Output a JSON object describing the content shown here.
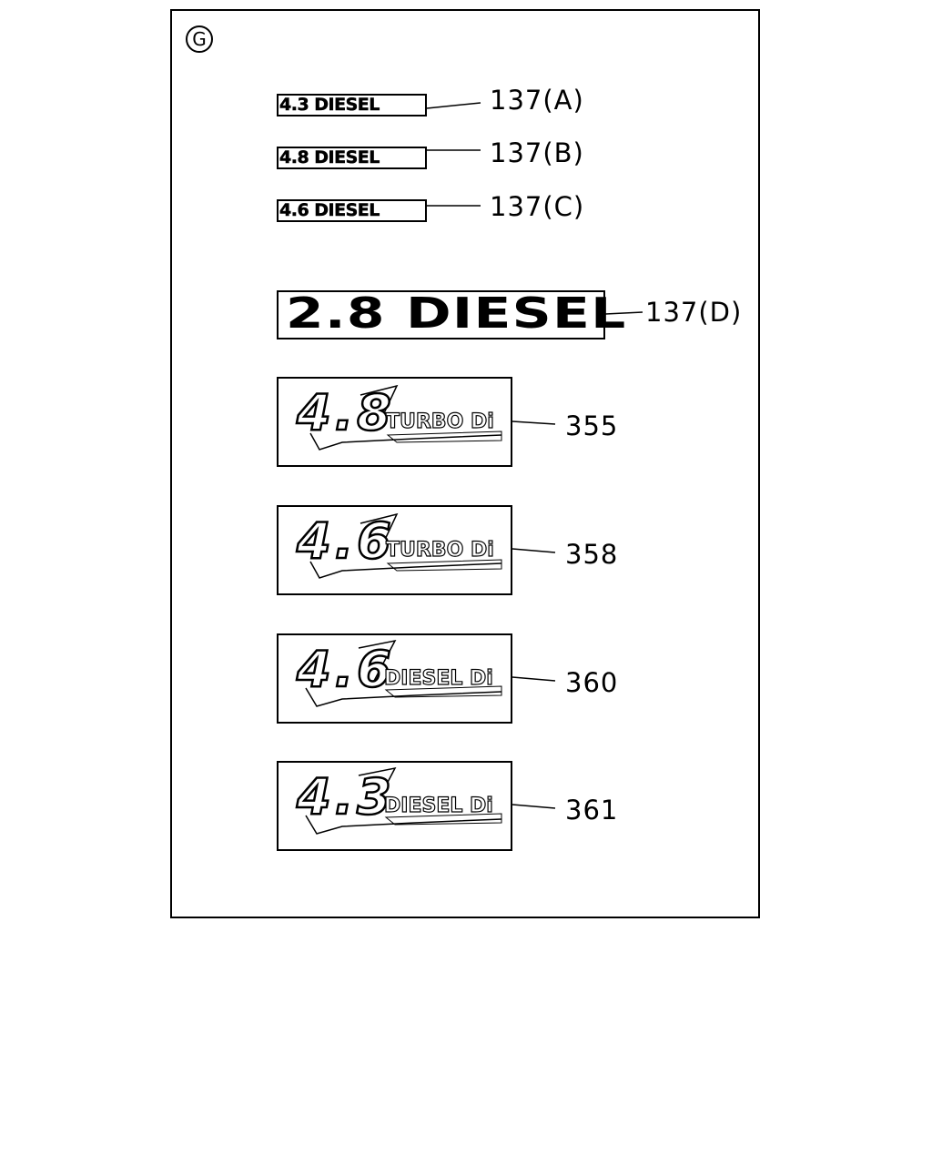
{
  "section_label": "G",
  "flat_badges": [
    {
      "text": "4.3 DIESEL",
      "callout": "137(A)"
    },
    {
      "text": "4.8 DIESEL",
      "callout": "137(B)"
    },
    {
      "text": "4.6 DIESEL",
      "callout": "137(C)"
    },
    {
      "text": "2.8 DIESEL",
      "callout": "137(D)"
    }
  ],
  "emblems": [
    {
      "number": "4.8",
      "text": "TURBO Di",
      "callout": "355"
    },
    {
      "number": "4.6",
      "text": "TURBO Di",
      "callout": "358"
    },
    {
      "number": "4.6",
      "text": "DIESEL Di",
      "callout": "360"
    },
    {
      "number": "4.3",
      "text": "DIESEL Di",
      "callout": "361"
    }
  ]
}
